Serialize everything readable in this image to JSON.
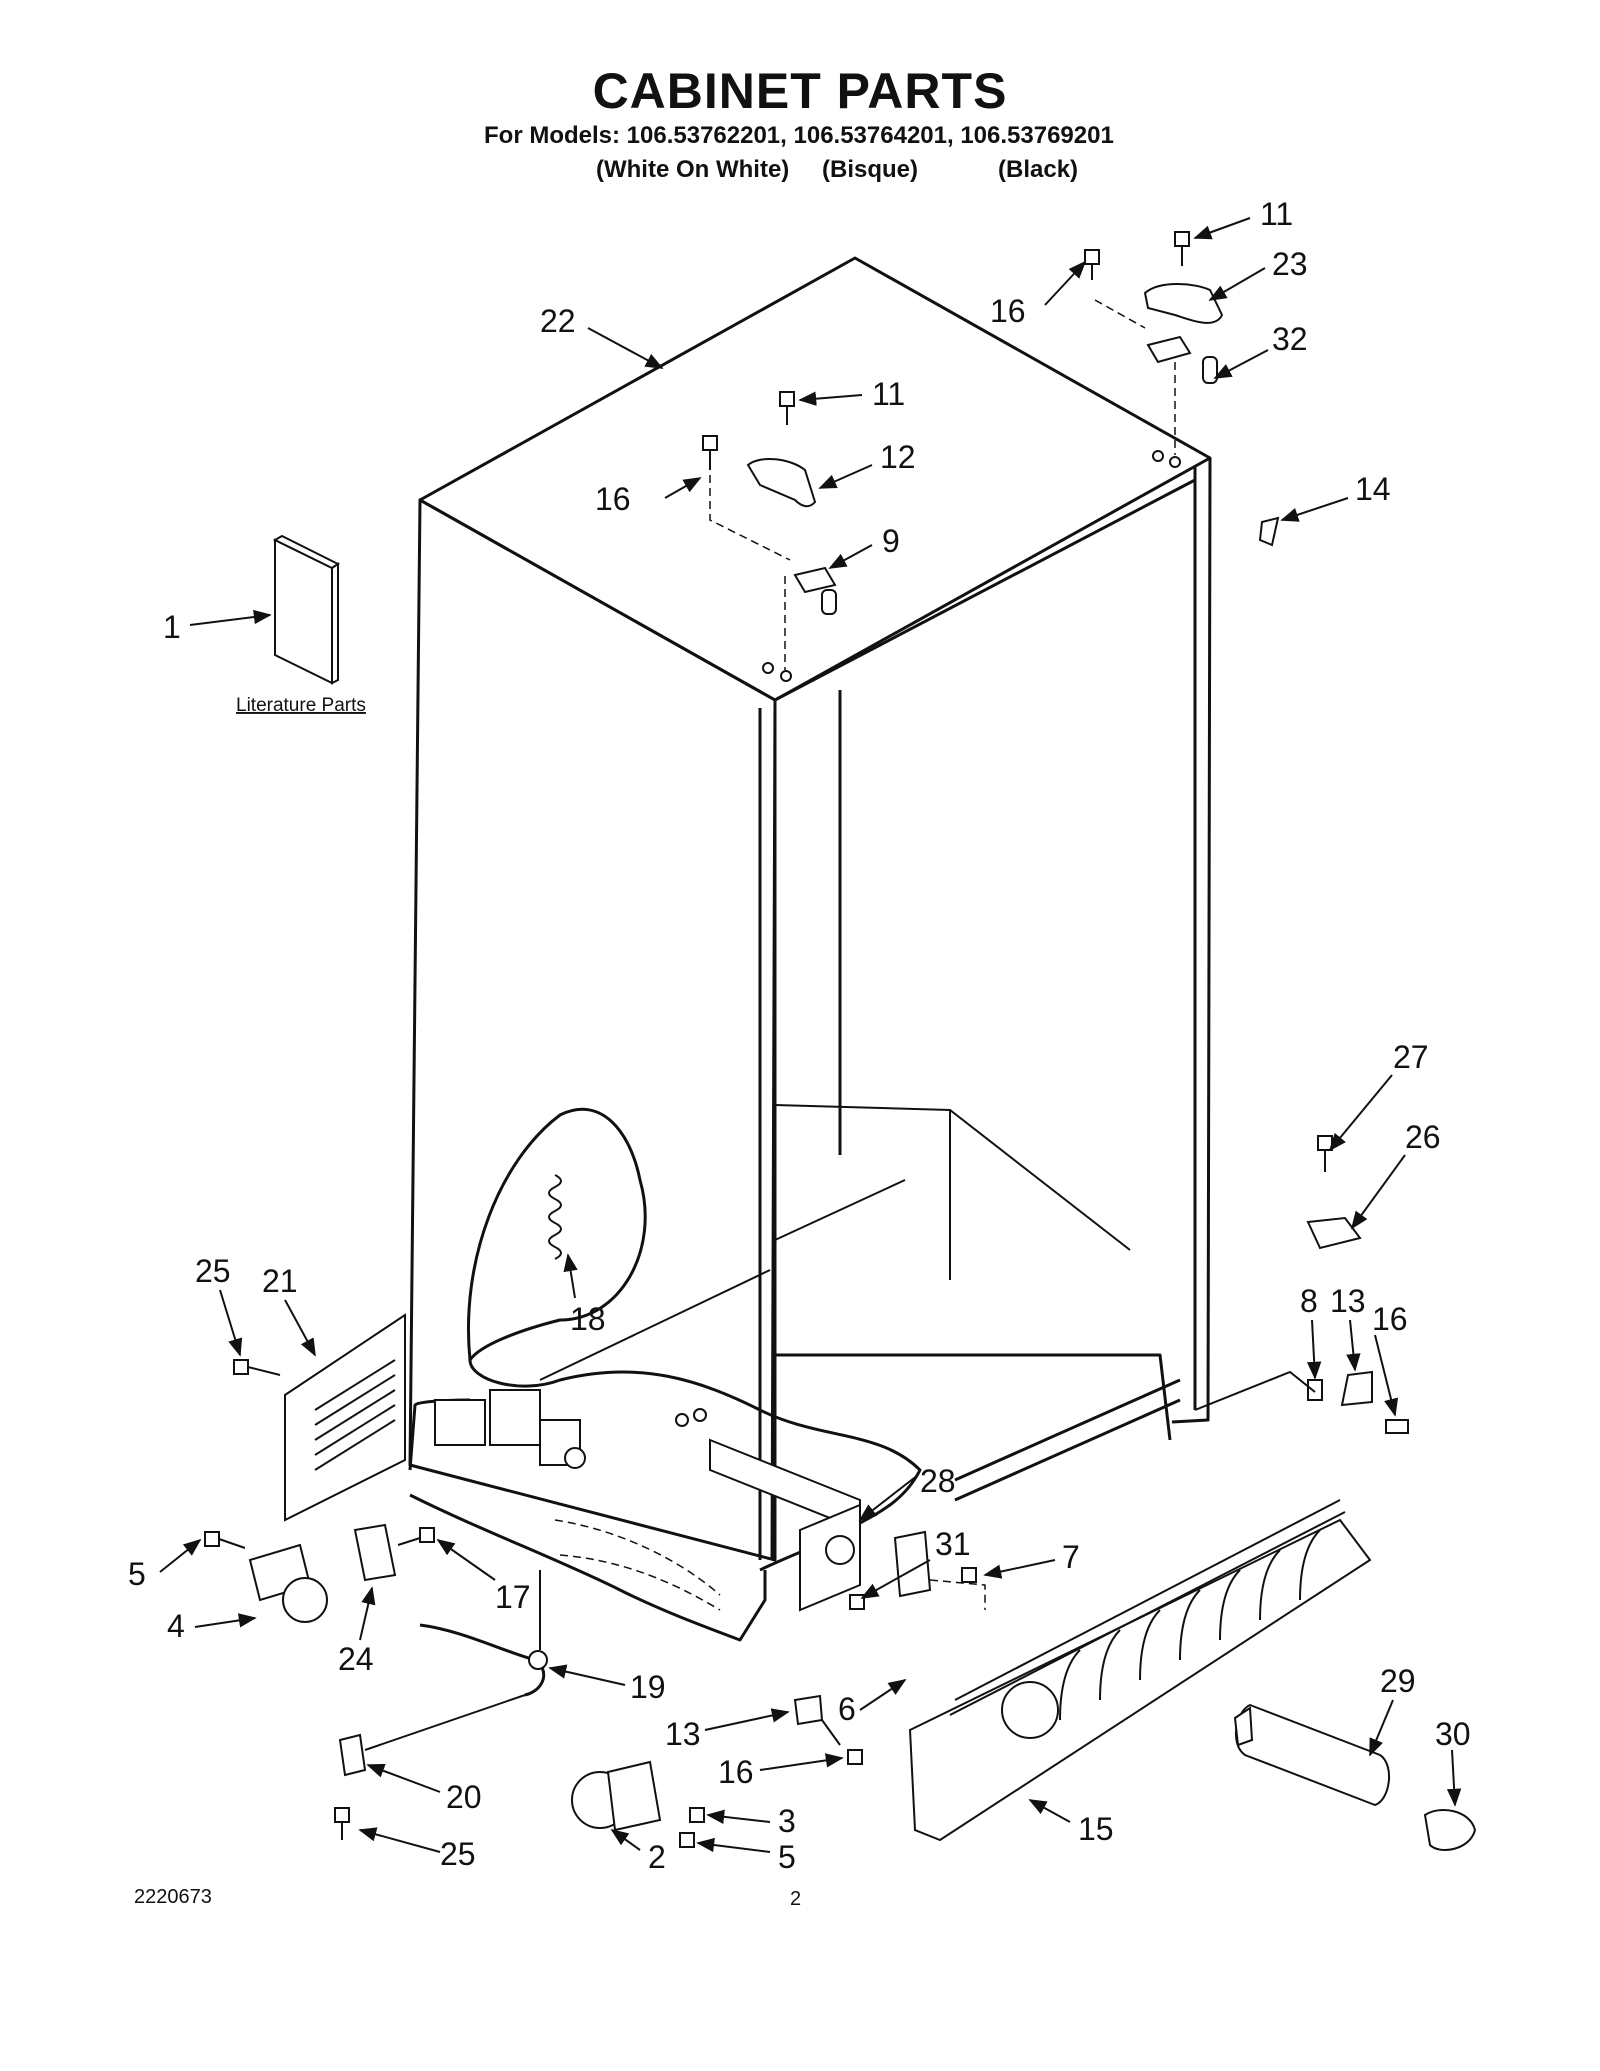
{
  "header": {
    "title": "CABINET PARTS",
    "models_line": "For Models: 106.53762201, 106.53764201, 106.53769201",
    "colors": [
      "(White On White)",
      "(Bisque)",
      "(Black)"
    ]
  },
  "diagram": {
    "literature_label": "Literature Parts",
    "callouts": [
      {
        "id": "c-22",
        "label": "22"
      },
      {
        "id": "c-11a",
        "label": "11"
      },
      {
        "id": "c-16a",
        "label": "16"
      },
      {
        "id": "c-12",
        "label": "12"
      },
      {
        "id": "c-9",
        "label": "9"
      },
      {
        "id": "c-1",
        "label": "1"
      },
      {
        "id": "c-11b",
        "label": "11"
      },
      {
        "id": "c-16b",
        "label": "16"
      },
      {
        "id": "c-23",
        "label": "23"
      },
      {
        "id": "c-32",
        "label": "32"
      },
      {
        "id": "c-14",
        "label": "14"
      },
      {
        "id": "c-27",
        "label": "27"
      },
      {
        "id": "c-26",
        "label": "26"
      },
      {
        "id": "c-8",
        "label": "8"
      },
      {
        "id": "c-13a",
        "label": "13"
      },
      {
        "id": "c-16c",
        "label": "16"
      },
      {
        "id": "c-25a",
        "label": "25"
      },
      {
        "id": "c-21",
        "label": "21"
      },
      {
        "id": "c-18",
        "label": "18"
      },
      {
        "id": "c-28",
        "label": "28"
      },
      {
        "id": "c-31",
        "label": "31"
      },
      {
        "id": "c-7",
        "label": "7"
      },
      {
        "id": "c-5a",
        "label": "5"
      },
      {
        "id": "c-4",
        "label": "4"
      },
      {
        "id": "c-17",
        "label": "17"
      },
      {
        "id": "c-24",
        "label": "24"
      },
      {
        "id": "c-19",
        "label": "19"
      },
      {
        "id": "c-6",
        "label": "6"
      },
      {
        "id": "c-13b",
        "label": "13"
      },
      {
        "id": "c-16d",
        "label": "16"
      },
      {
        "id": "c-29",
        "label": "29"
      },
      {
        "id": "c-30",
        "label": "30"
      },
      {
        "id": "c-20",
        "label": "20"
      },
      {
        "id": "c-25b",
        "label": "25"
      },
      {
        "id": "c-3",
        "label": "3"
      },
      {
        "id": "c-2",
        "label": "2"
      },
      {
        "id": "c-5b",
        "label": "5"
      },
      {
        "id": "c-15",
        "label": "15"
      }
    ]
  },
  "footer": {
    "doc_number": "2220673",
    "page_number": "2"
  }
}
